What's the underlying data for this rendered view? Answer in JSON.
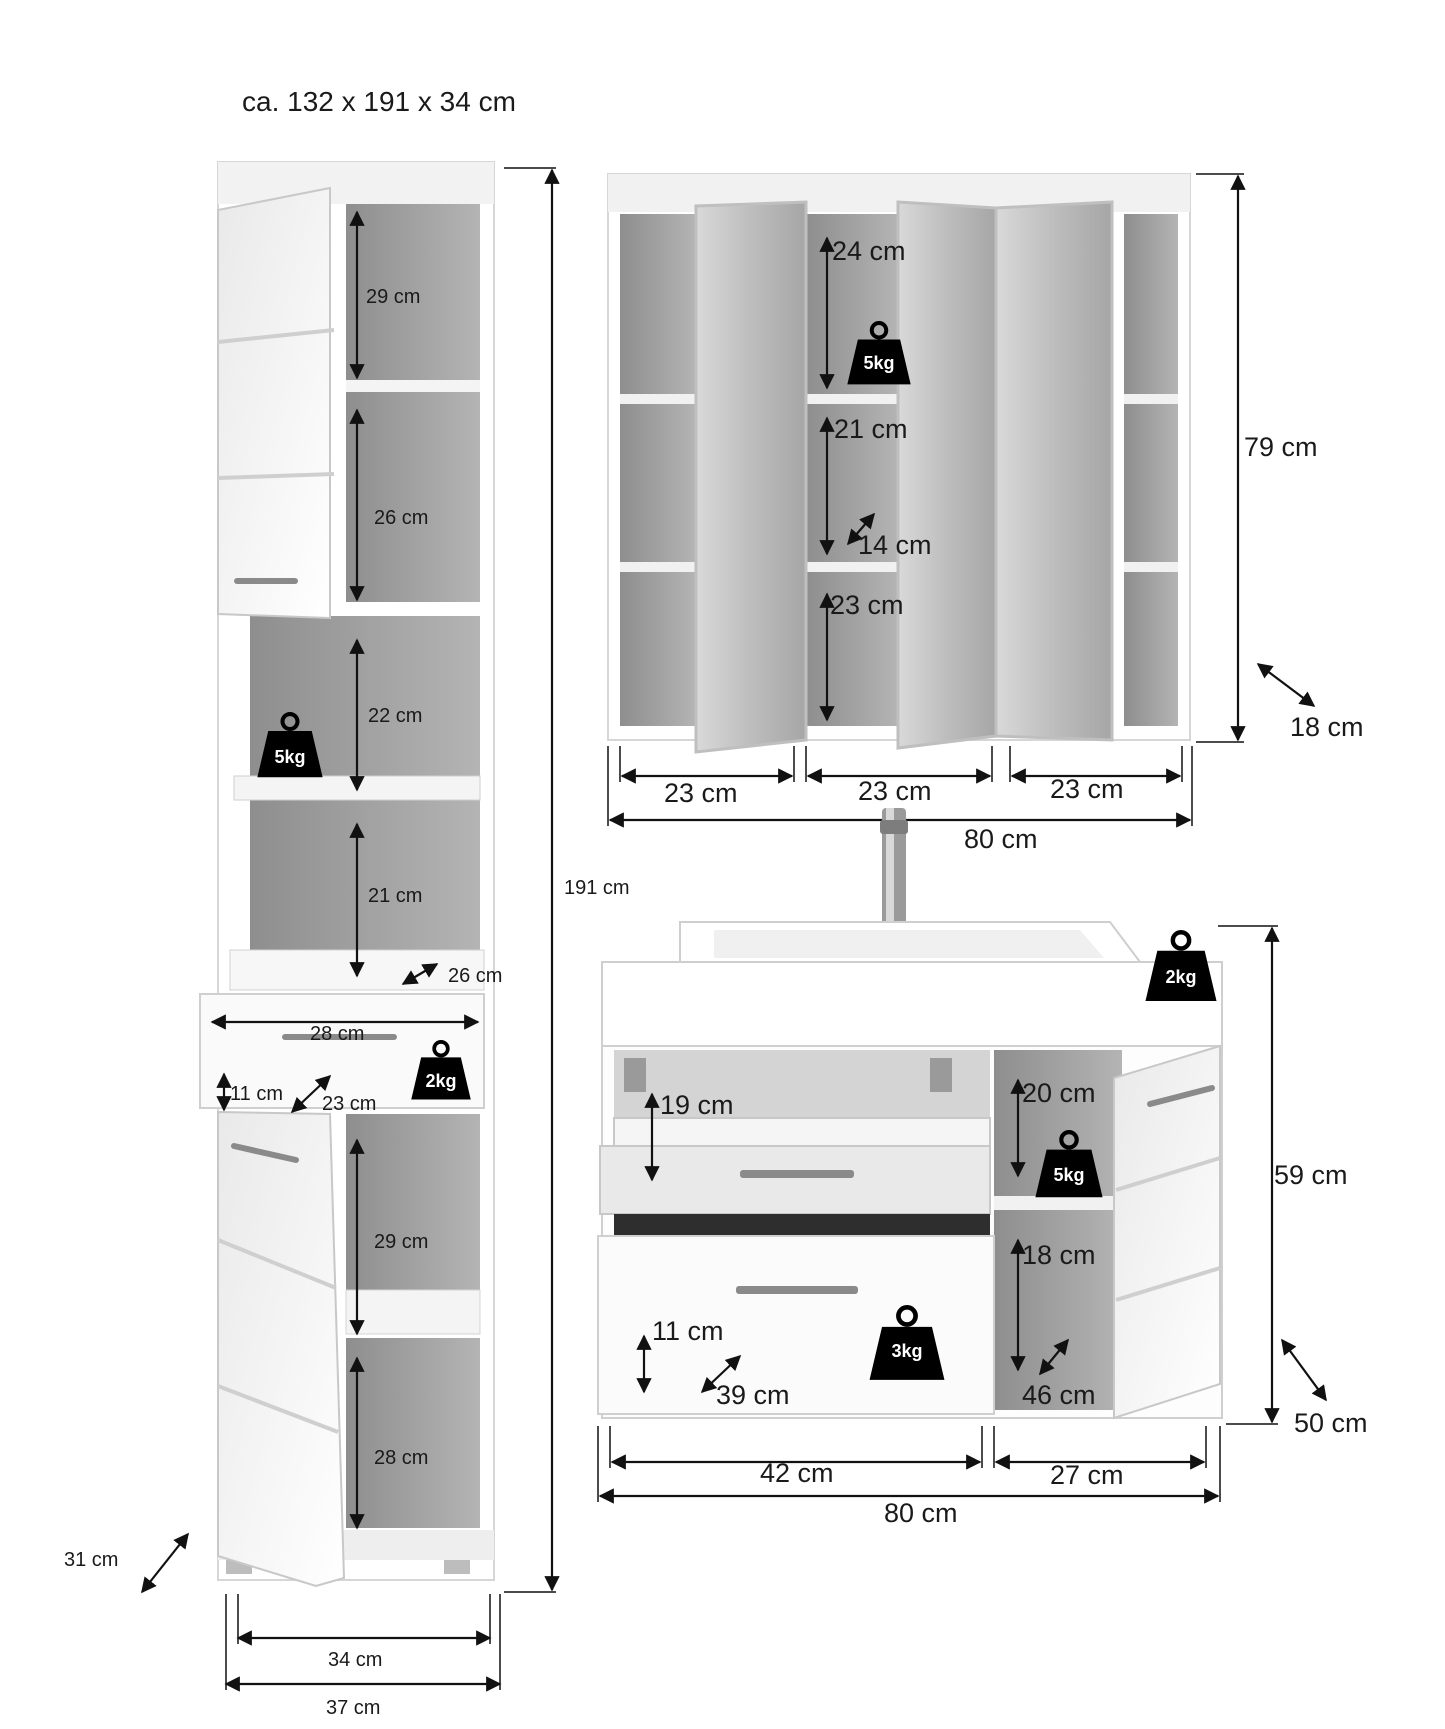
{
  "title": "ca. 132 x 191 x 34 cm",
  "tall_cabinet": {
    "shelf_heights": [
      "29 cm",
      "26 cm",
      "22 cm",
      "21 cm",
      "29 cm",
      "28 cm"
    ],
    "shelf_depth": "26 cm",
    "drawer_width": "28 cm",
    "drawer_height": "11 cm",
    "drawer_depth": "23 cm",
    "total_height": "191 cm",
    "depth": "31 cm",
    "inner_width": "34 cm",
    "outer_width": "37 cm",
    "shelf_load": "5kg",
    "drawer_load": "2kg"
  },
  "mirror_cabinet": {
    "shelf_heights": [
      "24 cm",
      "21 cm",
      "23 cm"
    ],
    "shelf_depth": "14 cm",
    "compartment_widths": [
      "23 cm",
      "23 cm",
      "23 cm"
    ],
    "total_width": "80 cm",
    "total_height": "79 cm",
    "depth": "18 cm",
    "shelf_load": "5kg"
  },
  "vanity": {
    "drawer_inner_height": "19 cm",
    "right_upper_height": "20 cm",
    "right_lower_height": "18 cm",
    "right_depth": "46 cm",
    "bottom_drawer_height": "11 cm",
    "bottom_drawer_depth": "39 cm",
    "left_width": "42 cm",
    "right_width": "27 cm",
    "total_width": "80 cm",
    "total_height": "59 cm",
    "depth": "50 cm",
    "top_load": "2kg",
    "shelf_load": "5kg",
    "drawer_load": "3kg"
  }
}
